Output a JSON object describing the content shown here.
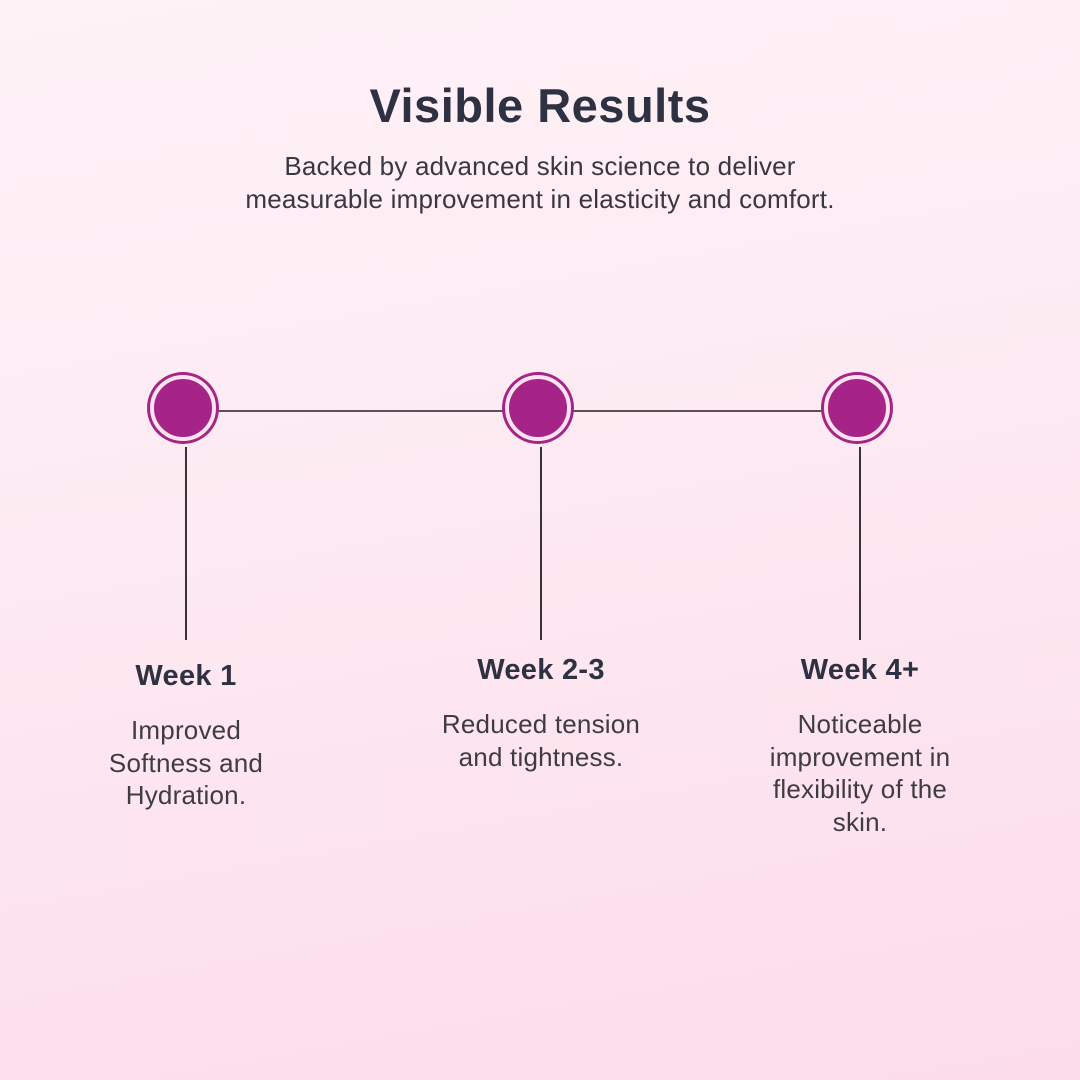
{
  "page": {
    "title": "Visible Results",
    "subtitle": "Backed by advanced skin science to deliver\nmeasurable improvement in elasticity and comfort."
  },
  "colors": {
    "background_top": "#fef2f7",
    "background_bottom": "#fcdce9",
    "accent_magenta": "#a62387",
    "node_inner_ring": "#fce4ef",
    "connector_line": "#5c5159",
    "drop_line": "#38323c",
    "heading_text": "#2e3142",
    "body_text": "#3f3b44"
  },
  "timeline": {
    "milestones": [
      {
        "label": "Week 1",
        "description": "Improved\nSoftness and\nHydration."
      },
      {
        "label": "Week 2-3",
        "description": "Reduced tension\nand tightness."
      },
      {
        "label": "Week 4+",
        "description": "Noticeable\nimprovement in\nflexibility of the\nskin."
      }
    ]
  }
}
